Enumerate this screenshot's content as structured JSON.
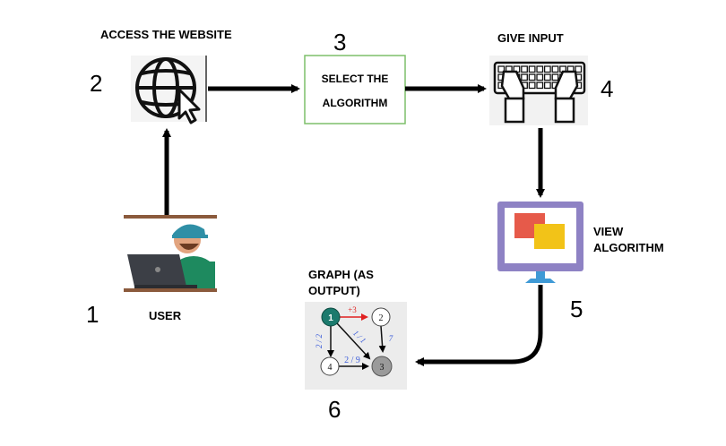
{
  "steps": {
    "s1": {
      "number": "1",
      "label": "USER"
    },
    "s2": {
      "number": "2",
      "label": "ACCESS THE WEBSITE"
    },
    "s3": {
      "number": "3",
      "line1": "SELECT THE",
      "line2": "ALGORITHM"
    },
    "s4": {
      "number": "4",
      "label": "GIVE INPUT"
    },
    "s5": {
      "number": "5",
      "line1": "VIEW",
      "line2": "ALGORITHM"
    },
    "s6": {
      "number": "6",
      "line1": "GRAPH (AS",
      "line2": "OUTPUT)"
    }
  },
  "graph": {
    "nodes": [
      "1",
      "2",
      "3",
      "4"
    ],
    "edges": {
      "e12": "+3",
      "e13": "1 / 1",
      "e14": "2 / 2",
      "e43": "2 / 9",
      "e23": "7"
    }
  },
  "colors": {
    "arrow": "#000000",
    "teal_node": "#1b7a6d",
    "gray_node": "#9a9a9a",
    "red_edge": "#e02020",
    "blue_edge_label": "#3a5bd9",
    "monitor_frame": "#8e82c4",
    "monitor_stand": "#3f9ad6",
    "tile_red": "#e65a4a",
    "tile_yellow": "#f2c318",
    "box_border": "#7dbf6a"
  },
  "icons": [
    "globe-cursor-icon",
    "keyboard-hands-icon",
    "monitor-icon",
    "user-laptop-icon"
  ]
}
